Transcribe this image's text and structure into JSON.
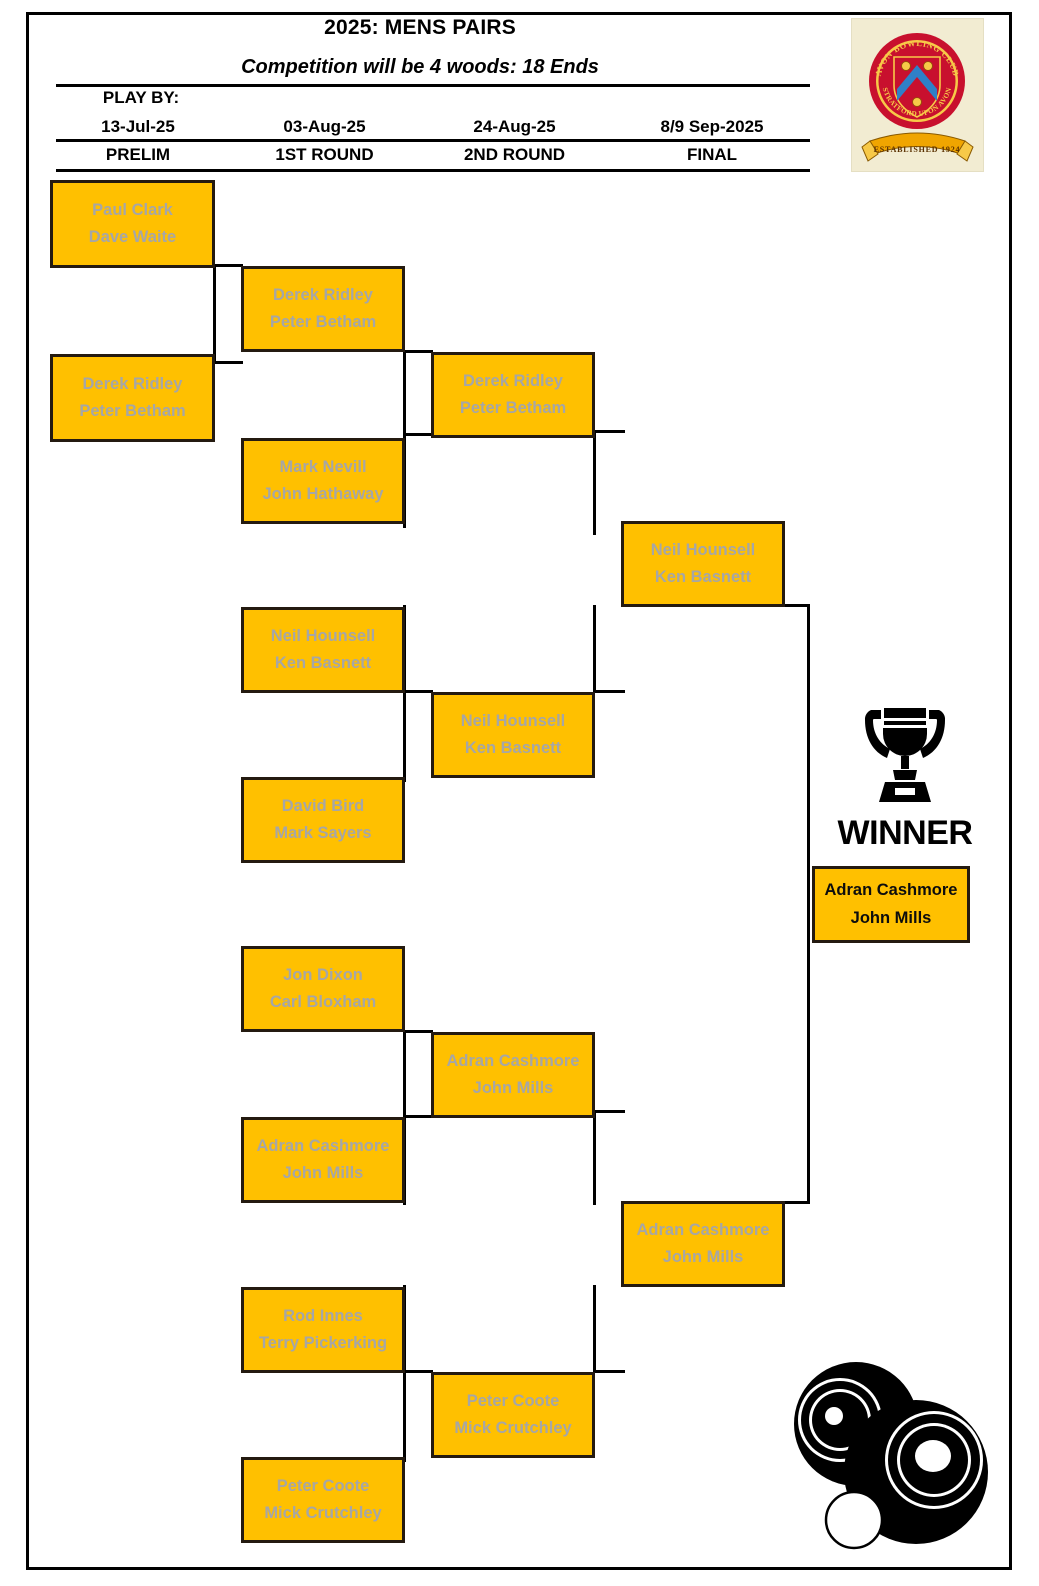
{
  "header": {
    "title": "2025: MENS PAIRS",
    "subtitle": "Competition will be 4 woods: 18 Ends",
    "play_by_label": "PLAY BY:",
    "columns": [
      {
        "date": "13-Jul-25",
        "round": "PRELIM"
      },
      {
        "date": "03-Aug-25",
        "round": "1ST ROUND"
      },
      {
        "date": "24-Aug-25",
        "round": "2ND ROUND"
      },
      {
        "date": "8/9 Sep-2025",
        "round": "FINAL"
      }
    ]
  },
  "logo": {
    "name": "avon-bowling-club-crest",
    "arc_top": "AVON BOWLING CLUB",
    "arc_bottom": "STRATFORD UPON AVON",
    "ribbon": "ESTABLISHED 1924"
  },
  "winner": {
    "caption": "WINNER",
    "line1": "Adran Cashmore",
    "line2": "John Mills"
  },
  "bracket": {
    "prelim": [
      {
        "line1": "Paul Clark",
        "line2": "Dave Waite"
      },
      {
        "line1": "Derek Ridley",
        "line2": "Peter Betham"
      }
    ],
    "round1": [
      {
        "line1": "Derek Ridley",
        "line2": "Peter Betham"
      },
      {
        "line1": "Mark Nevill",
        "line2": "John Hathaway"
      },
      {
        "line1": "Neil Hounsell",
        "line2": "Ken Basnett"
      },
      {
        "line1": "David Bird",
        "line2": "Mark Sayers"
      },
      {
        "line1": "Jon Dixon",
        "line2": "Carl Bloxham"
      },
      {
        "line1": "Adran Cashmore",
        "line2": "John Mills"
      },
      {
        "line1": "Rod Innes",
        "line2": "Terry Pickerking"
      },
      {
        "line1": "Peter Coote",
        "line2": "Mick Crutchley"
      }
    ],
    "round2": [
      {
        "line1": "Derek Ridley",
        "line2": "Peter Betham"
      },
      {
        "line1": "Neil Hounsell",
        "line2": "Ken Basnett"
      },
      {
        "line1": "Adran Cashmore",
        "line2": "John Mills"
      },
      {
        "line1": "Peter Coote",
        "line2": "Mick Crutchley"
      }
    ],
    "final": [
      {
        "line1": "Neil Hounsell",
        "line2": "Ken Basnett"
      },
      {
        "line1": "Adran Cashmore",
        "line2": "John Mills"
      }
    ]
  },
  "colors": {
    "box_fill": "#FFC000",
    "box_border": "#241a10",
    "pending_text": "#a6a6a6",
    "winner_text": "#0d0d0d",
    "line": "#000000",
    "logo_bg": "#f2ecd2"
  }
}
